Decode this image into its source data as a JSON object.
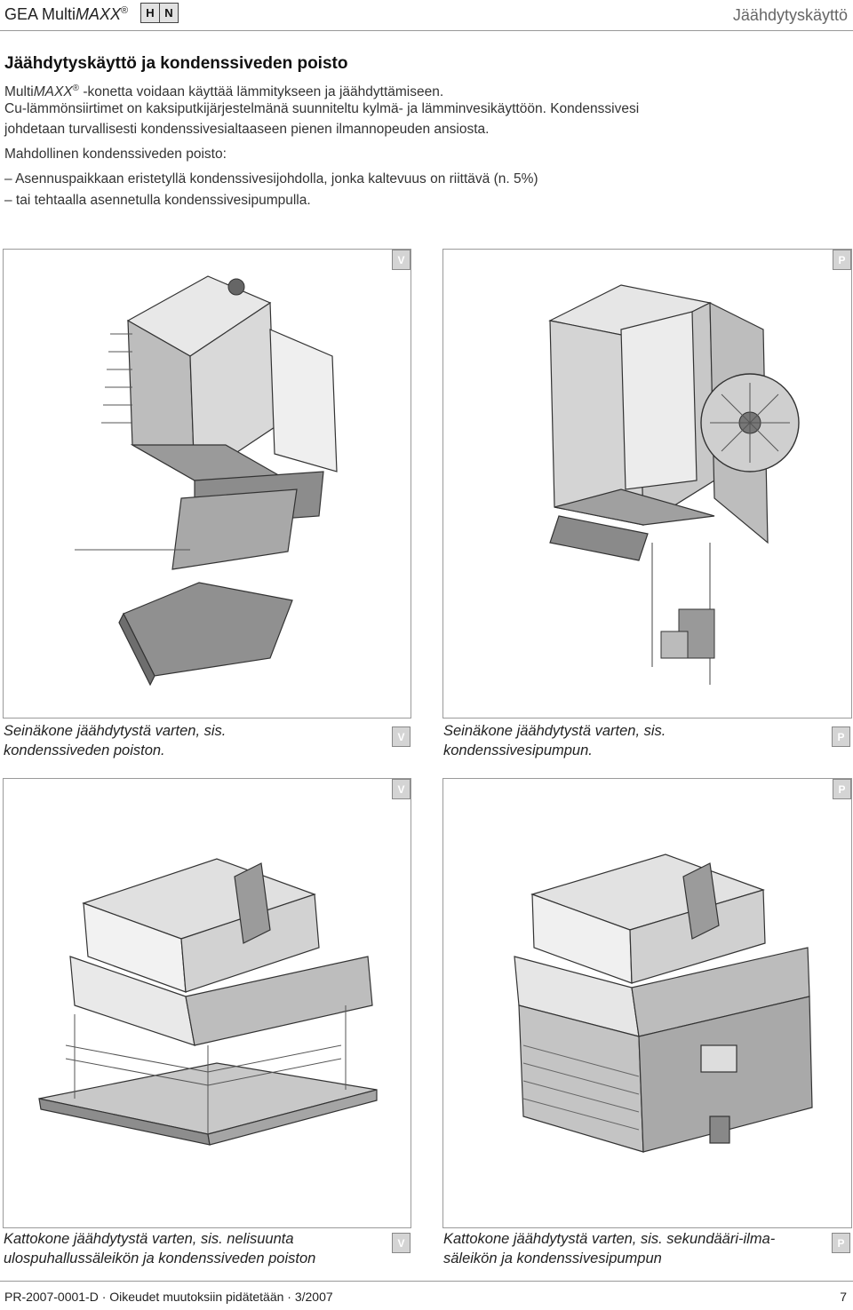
{
  "header": {
    "brand_prefix": "GEA Multi",
    "brand_italic": "MAXX",
    "brand_reg": "®",
    "badges": [
      "H",
      "N"
    ],
    "section": "Jäähdytyskäyttö"
  },
  "title": "Jäähdytyskäyttö ja kondenssiveden poisto",
  "intro": {
    "line1_prefix": "Multi",
    "line1_italic": "MAXX",
    "line1_reg": "®",
    "line1_rest": " -konetta voidaan käyttää lämmitykseen ja jäähdyttämiseen.",
    "line2": "Cu-lämmönsiirtimet on  kaksiputkijärjestelmänä suunniteltu kylmä- ja lämminvesikäyttöön.  Kondenssivesi",
    "line3": "johdetaan turvallisesti kondenssivesialtaaseen pienen ilmannopeuden ansiosta.",
    "line4": "Mahdollinen kondenssiveden poisto:",
    "line5": "– Asennuspaikkaan eristetyllä kondenssivesijohdolla, jonka kaltevuus on riittävä (n. 5%)",
    "line6": "– tai tehtaalla asennetulla kondenssivesipumpulla."
  },
  "figures": [
    {
      "tag": "V",
      "cap_tag": "V",
      "cap1": "Seinäkone jäähdytystä varten, sis.",
      "cap2": "kondenssiveden poiston."
    },
    {
      "tag": "P",
      "cap_tag": "P",
      "cap1": "Seinäkone jäähdytystä varten, sis.",
      "cap2": "kondenssivesipumpun."
    },
    {
      "tag": "V",
      "cap_tag": "V",
      "cap1": "Kattokone jäähdytystä varten, sis. nelisuunta",
      "cap2": "ulospuhallussäleikön ja kondenssiveden poiston"
    },
    {
      "tag": "P",
      "cap_tag": "P",
      "cap1": "Kattokone jäähdytystä varten, sis. sekundääri-ilma-",
      "cap2": "säleikön ja kondenssivesipumpun"
    }
  ],
  "footer": {
    "left": "PR-2007-0001-D · Oikeudet muutoksiin pidätetään · 3/2007",
    "page": "7"
  }
}
